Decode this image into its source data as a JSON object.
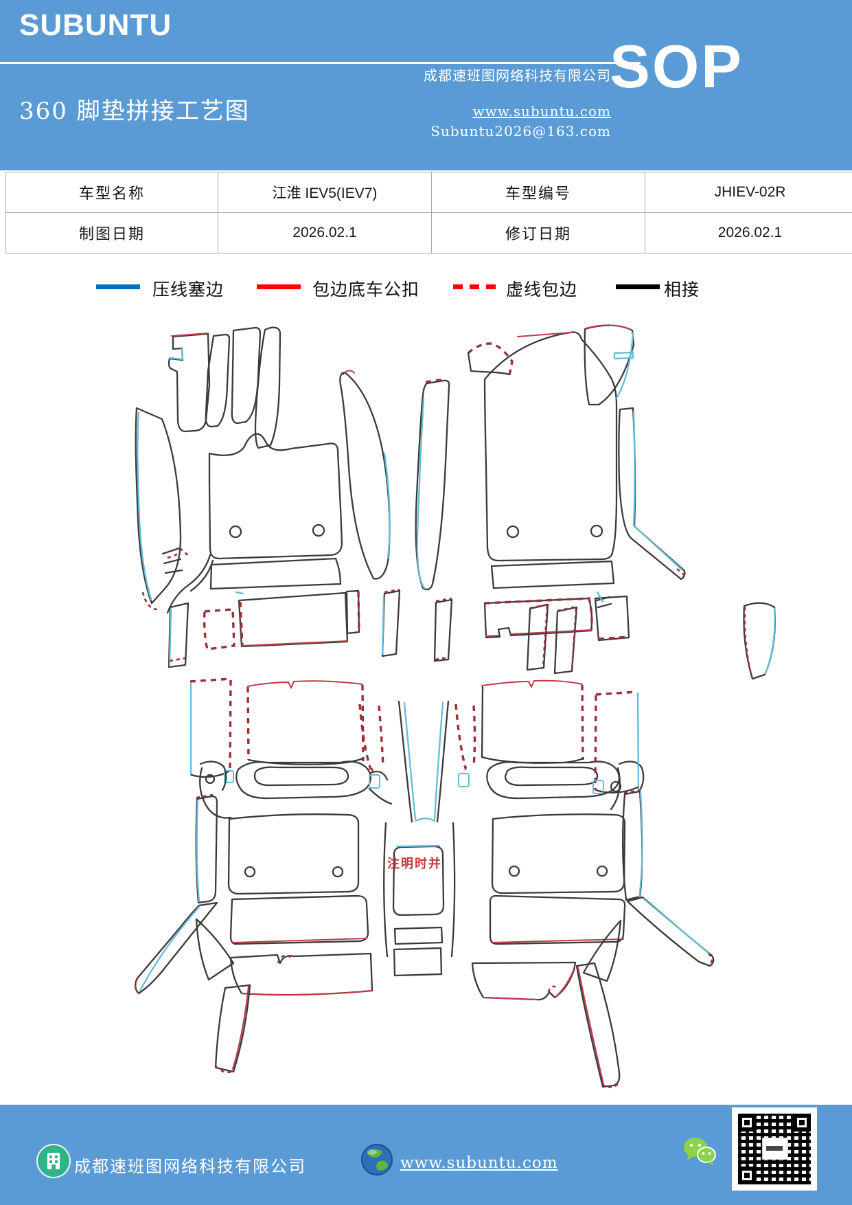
{
  "theme": {
    "header-blue": "#5b9bd5",
    "table-border": "#a9a9a9",
    "outline": "#3a3a3a",
    "blue-edge": "#66bcd6",
    "red-edge": "#bf3a47",
    "dash-red": "#9e2f38",
    "annotation-red": "#c43a3a",
    "footer-green": "#2eb488",
    "wechat-green": "#8cd24a"
  },
  "header": {
    "brand": "SUBUNTU",
    "company": "成都速班图网络科技有限公司",
    "title": "360 脚垫拼接工艺图",
    "sop": "SOP",
    "website": "www.subuntu.com",
    "email": "Subuntu2026@163.com"
  },
  "info_table": {
    "rows": [
      {
        "c1": "车型名称",
        "c2": "江淮 IEV5(IEV7)",
        "c3": "车型编号",
        "c4": "JHIEV-02R"
      },
      {
        "c1": "制图日期",
        "c2": "2026.02.1",
        "c3": "修订日期",
        "c4": "2026.02.1"
      }
    ]
  },
  "legend": {
    "items": [
      {
        "label": "压线塞边",
        "color": "#0070c0",
        "style": "solid"
      },
      {
        "label": "包边底车公扣",
        "color": "#ff0000",
        "style": "solid"
      },
      {
        "label": "虚线包边",
        "color": "#ff0000",
        "style": "dashed"
      },
      {
        "label": "相接",
        "color": "#000000",
        "style": "solid"
      }
    ]
  },
  "diagram": {
    "annotation": "注明时并"
  },
  "footer": {
    "company": "成都速班图网络科技有限公司",
    "website": "www.subuntu.com"
  }
}
